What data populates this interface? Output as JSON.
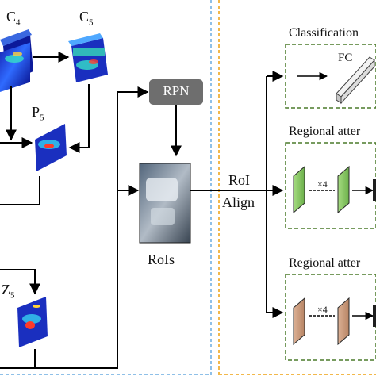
{
  "labels": {
    "c4_base": "C",
    "c4_sub": "4",
    "c5_base": "C",
    "c5_sub": "5",
    "p5_base": "P",
    "p5_sub": "5",
    "z5_base": "Z",
    "z5_sub": "5",
    "rpn": "RPN",
    "rois": "RoIs",
    "roi_align_line1": "RoI",
    "roi_align_line2": "Align",
    "classification": "Classification",
    "fc": "FC",
    "regional_attention_1": "Regional atter",
    "regional_attention_2": "Regional atter",
    "repeat_1": "×4",
    "repeat_2": "×4"
  },
  "colors": {
    "left_panel_border": "#8fc0e8",
    "right_panel_border": "#f2b84b",
    "module_border": "#4a7a2a",
    "rpn_fill": "#6e6e6e",
    "green_layer": "#8fcf6a",
    "tan_layer": "#c99a7a",
    "dark_layer": "#1f1f1f"
  }
}
